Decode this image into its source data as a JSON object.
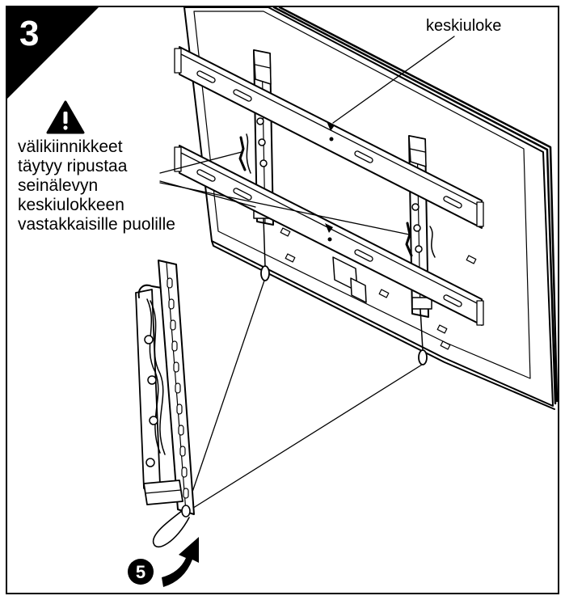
{
  "step": {
    "number": "3"
  },
  "callouts": {
    "center_bracket": "keskiuloke",
    "warning_lines": [
      "välikiinnikkeet",
      "täytyy ripustaa",
      "seinälevyn",
      "keskiulokkeen",
      "vastakkaisille puolille"
    ]
  },
  "sub_step": {
    "number": "5"
  },
  "icons": {
    "warning": "warning-triangle-icon",
    "arrow": "curved-arrow-icon"
  },
  "colors": {
    "ink": "#000000",
    "paper": "#ffffff"
  }
}
